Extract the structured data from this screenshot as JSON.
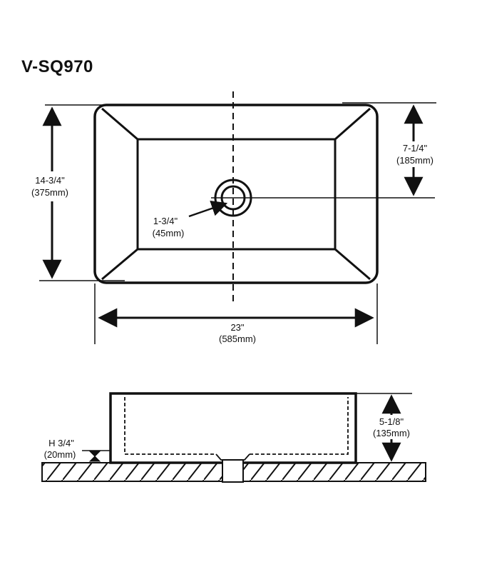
{
  "model": "V-SQ970",
  "top_view": {
    "width_in": "23\"",
    "width_mm": "(585mm)",
    "depth_in": "14-3/4\"",
    "depth_mm": "(375mm)",
    "drain_offset_in": "7-1/4\"",
    "drain_offset_mm": "(185mm)",
    "drain_dia_in": "1-3/4\"",
    "drain_dia_mm": "(45mm)"
  },
  "side_view": {
    "height_in": "5-1/8\"",
    "height_mm": "(135mm)",
    "base_in": "H 3/4\"",
    "base_mm": "(20mm)"
  },
  "colors": {
    "line": "#111111",
    "background": "#ffffff"
  }
}
